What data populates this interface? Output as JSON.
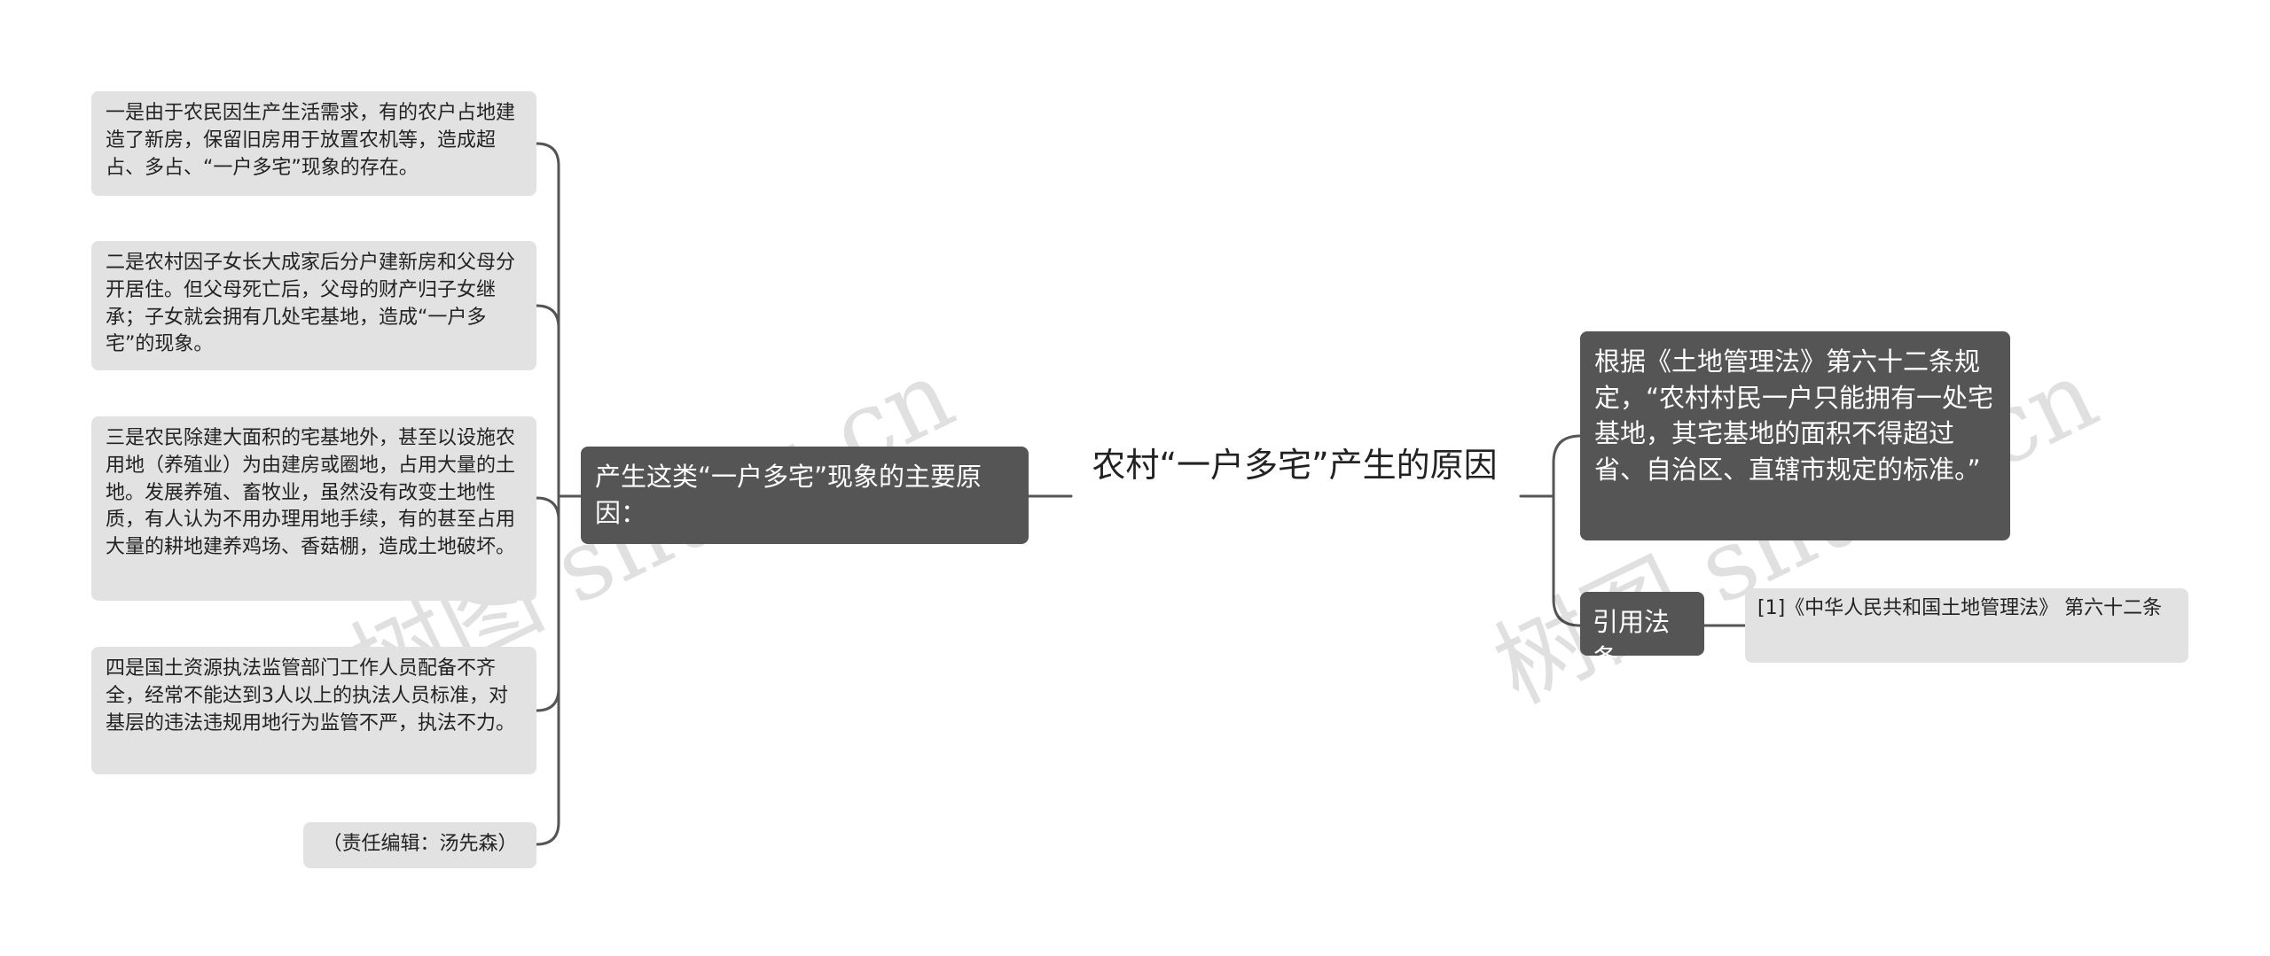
{
  "watermark": "树图 shutu.cn",
  "root": {
    "title": "农村“一户多宅”产生的原因"
  },
  "left_branch": {
    "label": "产生这类“一户多宅”现象的主要原因：",
    "items": [
      "一是由于农民因生产生活需求，有的农户占地建造了新房，保留旧房用于放置农机等，造成超占、多占、“一户多宅”现象的存在。",
      "二是农村因子女长大成家后分户建新房和父母分开居住。但父母死亡后，父母的财产归子女继承；子女就会拥有几处宅基地，造成“一户多宅”的现象。",
      "三是农民除建大面积的宅基地外，甚至以设施农用地（养殖业）为由建房或圈地，占用大量的土地。发展养殖、畜牧业，虽然没有改变土地性质，有人认为不用办理用地手续，有的甚至占用大量的耕地建养鸡场、香菇棚，造成土地破坏。",
      "四是国土资源执法监管部门工作人员配备不齐全，经常不能达到3人以上的执法人员标准，对基层的违法违规用地行为监管不严，执法不力。",
      "（责任编辑：汤先森）"
    ]
  },
  "right_branches": {
    "law_text": "根据《土地管理法》第六十二条规定，“农村村民一户只能拥有一处宅基地，其宅基地的面积不得超过省、自治区、直辖市规定的标准。”",
    "citation_label": "引用法条",
    "citation_item": "[1]《中华人民共和国土地管理法》 第六十二条"
  },
  "colors": {
    "dark_node": "#555555",
    "light_node": "#e2e2e2",
    "connector": "#555555",
    "text_dark": "#222222",
    "text_light": "#ffffff"
  }
}
